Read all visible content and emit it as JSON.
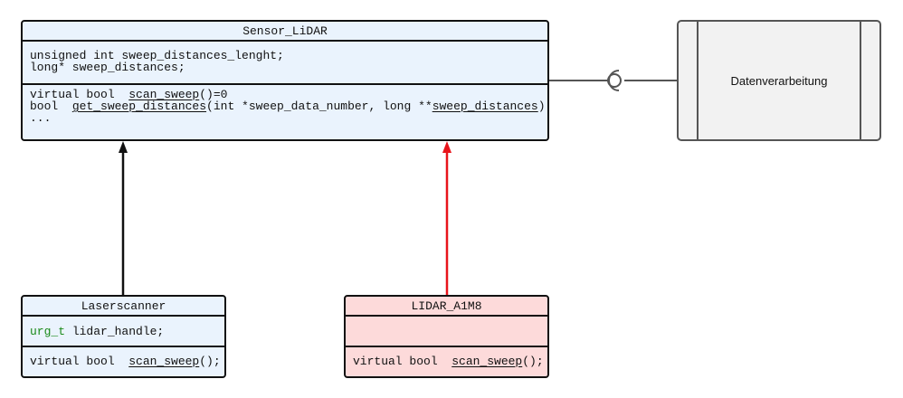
{
  "sensor_lidar": {
    "title": "Sensor_LiDAR",
    "attr1": "unsigned int sweep_distances_lenght;",
    "attr2": "long* sweep_distances;",
    "op1_prefix": "virtual bool  ",
    "op1_name": "scan_sweep",
    "op1_suffix": "()=0",
    "op2_prefix": "bool  ",
    "op2_name": "get_sweep_distances",
    "op2_mid": "(int *sweep_data_number, long **",
    "op2_param": "sweep_distances",
    "op2_suffix": ")",
    "op3": "..."
  },
  "datenverarbeitung": {
    "label": "Datenverarbeitung"
  },
  "laserscanner": {
    "title": "Laserscanner",
    "attr_type": "urg_t",
    "attr_rest": " lidar_handle;",
    "op_prefix": "virtual bool  ",
    "op_name": "scan_sweep",
    "op_suffix": "();"
  },
  "lidar_a1m8": {
    "title": "LIDAR_A1M8",
    "op_prefix": "virtual bool  ",
    "op_name": "scan_sweep",
    "op_suffix": "();"
  },
  "colors": {
    "box_blue": "#eaf3fd",
    "box_red": "#fddada",
    "arrow_red": "#e8141b",
    "attr_type_green": "#1a8a1a",
    "component_bg": "#f2f2f2"
  }
}
